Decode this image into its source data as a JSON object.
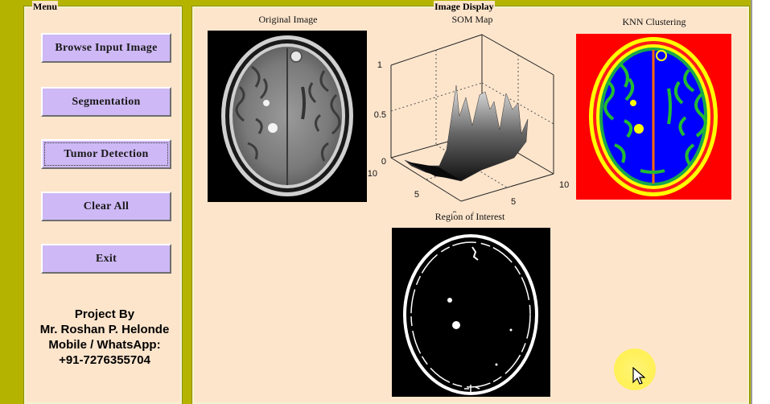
{
  "menu": {
    "title": "Menu",
    "buttons": [
      {
        "label": "Browse Input Image"
      },
      {
        "label": "Segmentation"
      },
      {
        "label": "Tumor Detection"
      },
      {
        "label": "Clear All"
      },
      {
        "label": "Exit"
      }
    ],
    "credits": {
      "line1": "Project By",
      "line2": "Mr. Roshan P. Helonde",
      "line3": "Mobile / WhatsApp:",
      "line4": "+91-7276355704"
    }
  },
  "display": {
    "title": "Image Display",
    "original_title": "Original Image",
    "som_title": "SOM Map",
    "knn_title": "KNN Clustering",
    "roi_title": "Region of Interest"
  },
  "som_axes": {
    "z_ticks": [
      "1",
      "0.5",
      "0"
    ],
    "y_ticks": [
      "10",
      "5",
      "0"
    ],
    "x_ticks": [
      "0",
      "5",
      "10"
    ]
  },
  "colors": {
    "accent": "#b4b400",
    "panel_bg": "#fde5cc",
    "button_bg": "#ceb8f5",
    "knn_background": "#ff0000",
    "knn_tissue": "#0000ff",
    "knn_boundary": "#ffff00",
    "knn_edges": "#22bb33",
    "cursor_highlight": "#fff15a"
  }
}
